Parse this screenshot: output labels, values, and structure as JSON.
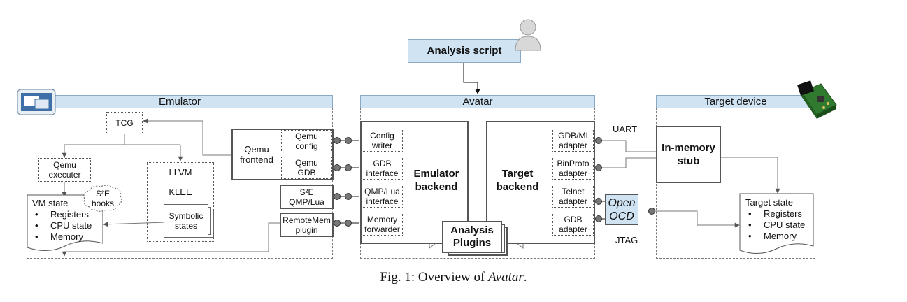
{
  "caption": {
    "prefix": "Fig. 1: Overview of ",
    "name": "Avatar",
    "suffix": "."
  },
  "analysis_script": "Analysis script",
  "emulator": {
    "header": "Emulator",
    "tcg": "TCG",
    "qemu_executer": "Qemu executer",
    "llvm": "LLVM",
    "klee": "KLEE",
    "symbolic_states": "Symbolic states",
    "s2e_hooks": "S²E hooks",
    "vm_state": {
      "title": "VM state",
      "items": [
        "Registers",
        "CPU state",
        "Memory"
      ]
    },
    "qemu_frontend": "Qemu frontend",
    "qemu_config": "Qemu config",
    "qemu_gdb": "Qemu GDB",
    "s2e_qmp": "S²E QMP/Lua",
    "remotemem_plugin": "RemoteMem plugin"
  },
  "avatar": {
    "header": "Avatar",
    "config_writer": "Config writer",
    "gdb_interface": "GDB interface",
    "qmp_interface": "QMP/Lua interface",
    "memory_forwarder": "Memory forwarder",
    "emulator_backend": "Emulator backend",
    "target_backend": "Target backend",
    "analysis_plugins": "Analysis Plugins",
    "gdbmi_adapter": "GDB/MI adapter",
    "binproto_adapter": "BinProto adapter",
    "telnet_adapter": "Telnet adapter",
    "gdb_adapter": "GDB adapter"
  },
  "target": {
    "header": "Target device",
    "uart": "UART",
    "jtag": "JTAG",
    "openocd": "Open OCD",
    "inmemory_stub": "In-memory stub",
    "target_state": {
      "title": "Target state",
      "items": [
        "Registers",
        "CPU state",
        "Memory"
      ]
    }
  },
  "colors": {
    "header_fill": "#cfe3f3",
    "openocd_fill": "#cfe3f3"
  },
  "icons": [
    "user-icon",
    "window-icon",
    "board-icon"
  ]
}
